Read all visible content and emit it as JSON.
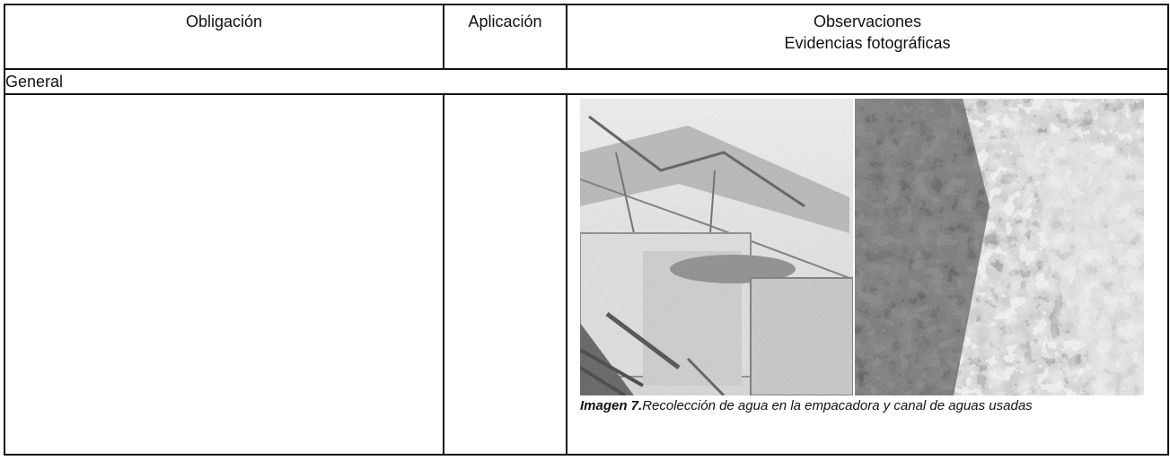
{
  "table": {
    "headers": {
      "obligation": "Obligación",
      "application": "Aplicación",
      "observations": [
        "Observaciones",
        "Evidencias fotográficas"
      ]
    },
    "section": "General",
    "evidence": {
      "caption_label": "Imagen 7.",
      "caption_text": "Recolección de agua en la empacadora y canal de aguas usadas",
      "photos": [
        "water-collection-packing-plant-photo",
        "wastewater-channel-photo"
      ]
    }
  }
}
